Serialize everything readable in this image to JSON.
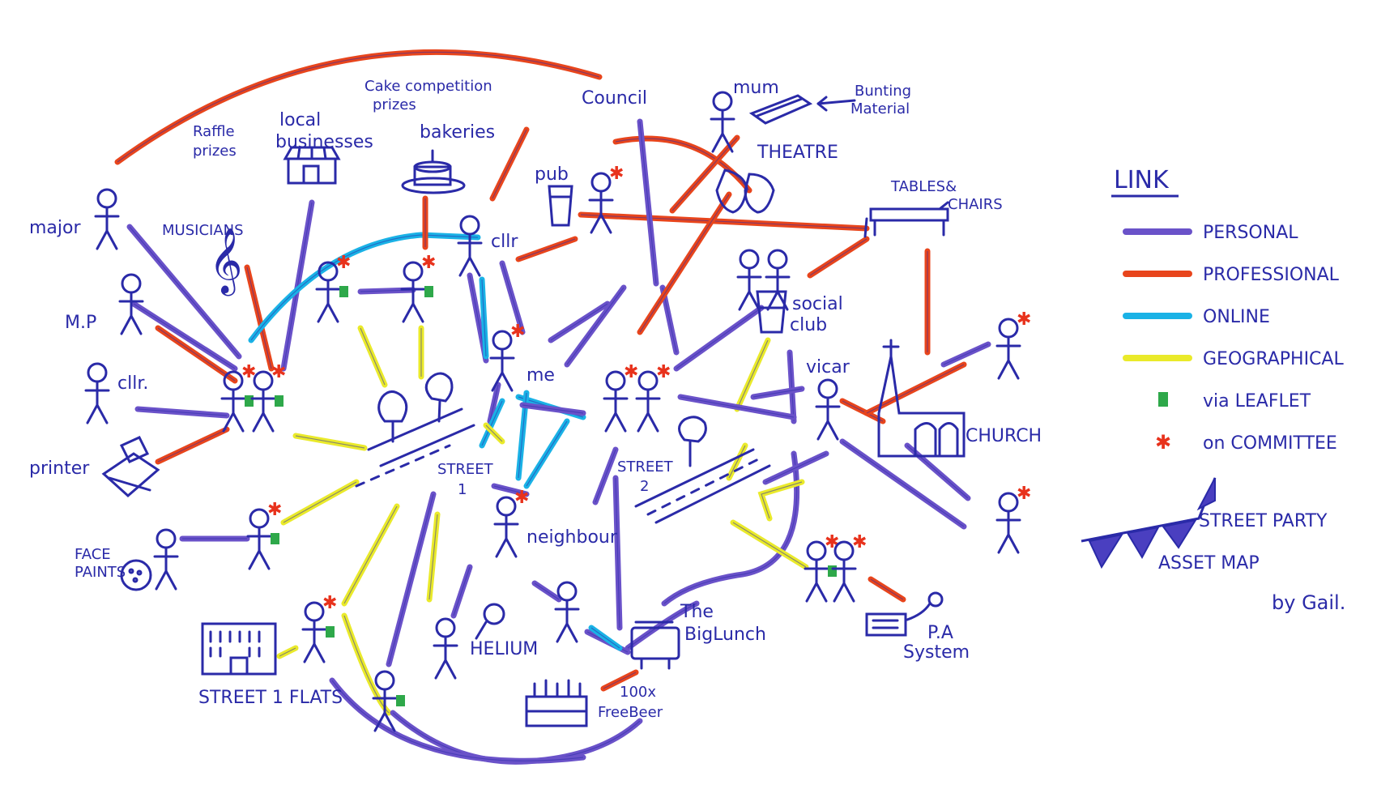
{
  "colors": {
    "ink": "#2a2aa8",
    "personal": "#6a52c9",
    "professional": "#e8451c",
    "online": "#1ab2e6",
    "geographical": "#eaea2a",
    "leaflet": "#2ea84a",
    "committee": "#e8321c"
  },
  "labels": {
    "major": "major",
    "musicians": "MUSICIANS",
    "mp": "M.P",
    "cllr_left": "cllr.",
    "printer": "printer",
    "face_paints": [
      "FACE",
      "PAINTS"
    ],
    "raffle_prizes": [
      "Raffle",
      "prizes"
    ],
    "local_businesses": [
      "local",
      "businesses"
    ],
    "cake_competition_prizes": [
      "Cake competition",
      "prizes"
    ],
    "bakeries": "bakeries",
    "council": "Council",
    "cllr_top": "cllr",
    "pub": "pub",
    "mum": "mum",
    "bunting_material": [
      "Bunting",
      "Material"
    ],
    "theatre": "THEATRE",
    "tables_chairs": [
      "TABLES&",
      "CHAIRS"
    ],
    "social_club": [
      "social",
      "club"
    ],
    "vicar": "vicar",
    "church": "CHURCH",
    "me": "me",
    "street1": [
      "STREET",
      "1"
    ],
    "street2": [
      "STREET",
      "2"
    ],
    "neighbour": "neighbour",
    "helium": "HELIUM",
    "the_big_lunch": [
      "The",
      "BigLunch"
    ],
    "free_beer": [
      "100x",
      "FreeBeer"
    ],
    "street1_flats": "STREET 1 FLATS",
    "pa_system": [
      "P.A",
      "System"
    ]
  },
  "legend": {
    "title": "LINK",
    "items": [
      {
        "label": "PERSONAL",
        "type": "line",
        "color_key": "personal"
      },
      {
        "label": "PROFESSIONAL",
        "type": "line",
        "color_key": "professional"
      },
      {
        "label": "ONLINE",
        "type": "line",
        "color_key": "online"
      },
      {
        "label": "GEOGRAPHICAL",
        "type": "line",
        "color_key": "geographical"
      },
      {
        "label": "via LEAFLET",
        "type": "square",
        "color_key": "leaflet"
      },
      {
        "label": "on COMMITTEE",
        "type": "star",
        "color_key": "committee"
      }
    ]
  },
  "credit": [
    "STREET PARTY",
    "ASSET MAP",
    "by Gail."
  ]
}
